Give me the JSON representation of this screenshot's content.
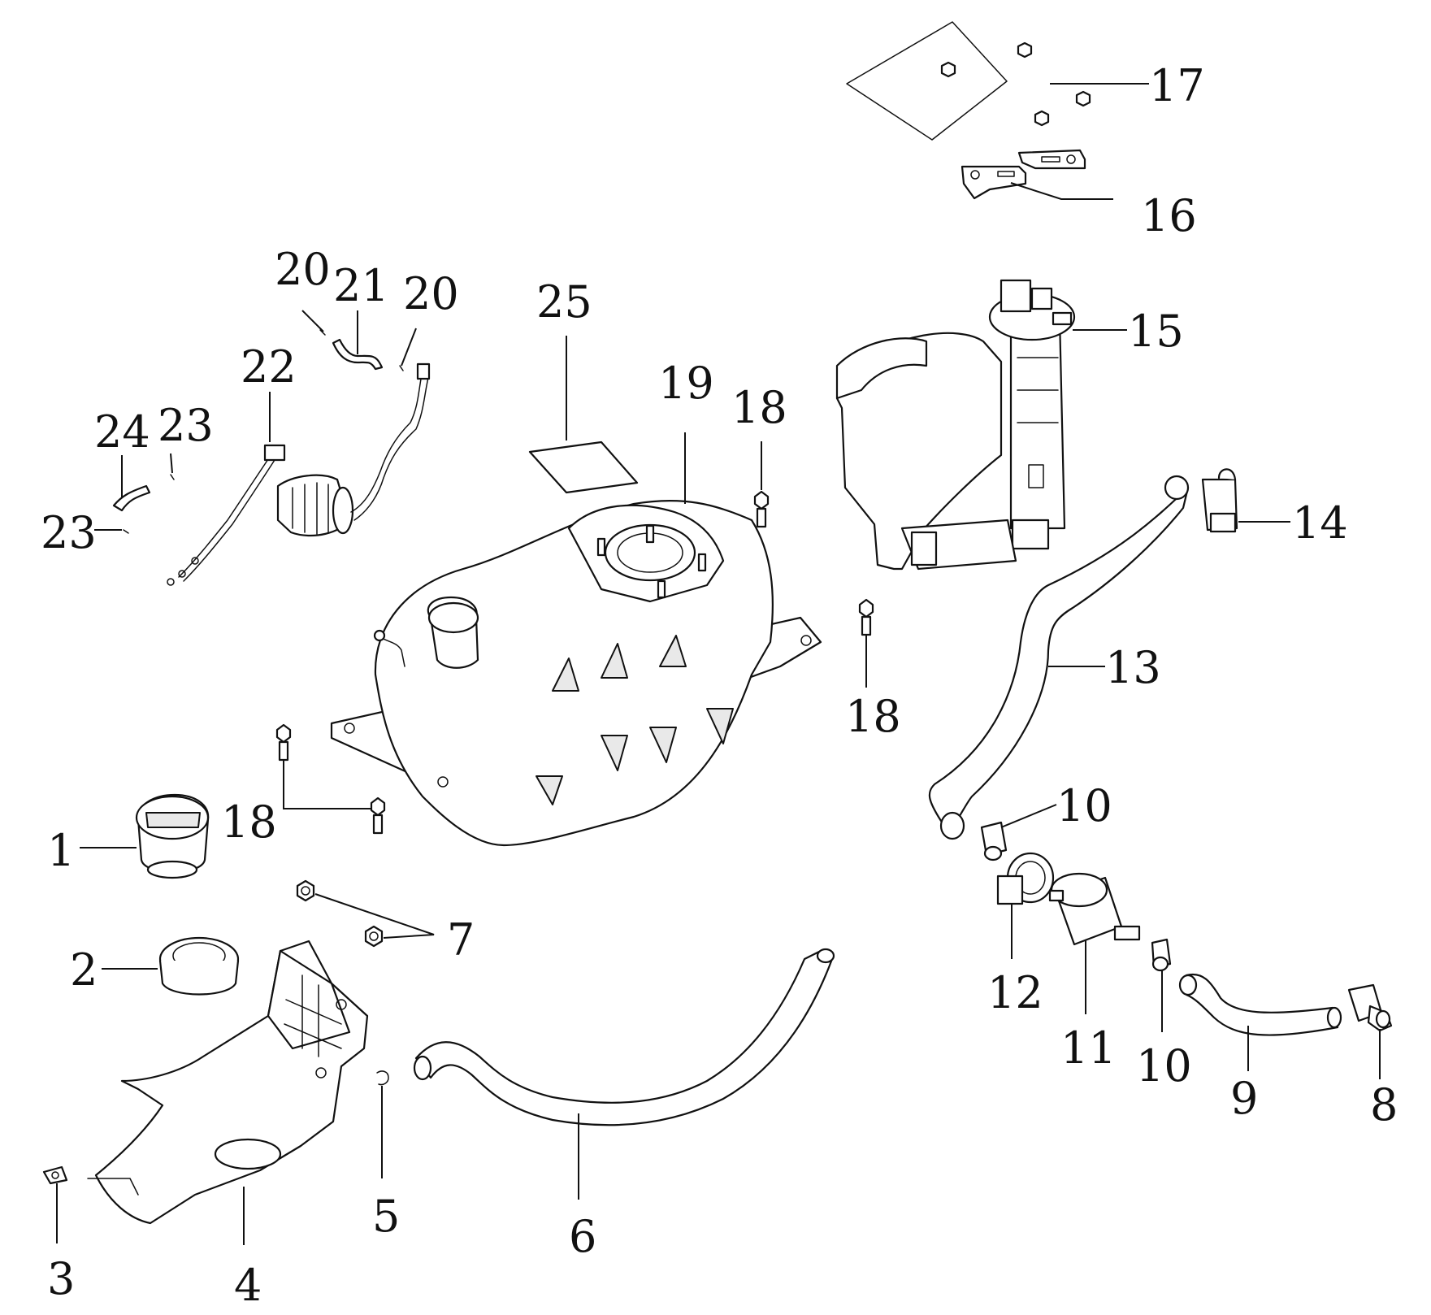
{
  "callouts": {
    "c1": "1",
    "c2": "2",
    "c3": "3",
    "c4": "4",
    "c5": "5",
    "c6": "6",
    "c7": "7",
    "c8": "8",
    "c9": "9",
    "c10a": "10",
    "c10b": "10",
    "c11": "11",
    "c12": "12",
    "c13": "13",
    "c14": "14",
    "c15": "15",
    "c16": "16",
    "c17": "17",
    "c18a": "18",
    "c18b": "18",
    "c18c": "18",
    "c19": "19",
    "c20a": "20",
    "c20b": "20",
    "c21": "21",
    "c22": "22",
    "c23a": "23",
    "c23b": "23",
    "c24": "24",
    "c25": "25"
  }
}
